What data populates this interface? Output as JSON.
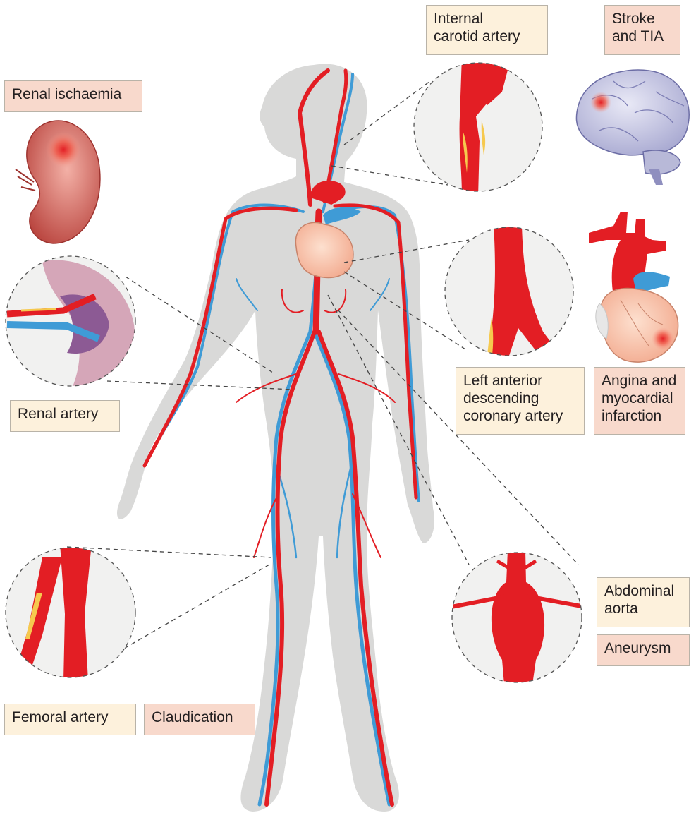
{
  "colors": {
    "artery_bg": "#fdf1dc",
    "condition_bg": "#f8d9cc",
    "artery_red": "#e31e24",
    "vein_blue": "#3f9bd6",
    "plaque_yellow": "#f6c94e",
    "body_gray": "#d8d8d8"
  },
  "labels": {
    "internal_carotid": "Internal\ncarotid artery",
    "stroke_tia": "Stroke\nand TIA",
    "renal_ischaemia": "Renal ischaemia",
    "renal_artery": "Renal artery",
    "left_anterior": "Left anterior\ndescending\ncoronary artery",
    "angina_mi": "Angina and\nmyocardial\ninfarction",
    "abdominal_aorta": "Abdominal\naorta",
    "aneurysm": "Aneurysm",
    "femoral_artery": "Femoral artery",
    "claudication": "Claudication"
  },
  "icons": [
    "human-body",
    "kidney-icon",
    "brain-icon",
    "heart-icon"
  ]
}
